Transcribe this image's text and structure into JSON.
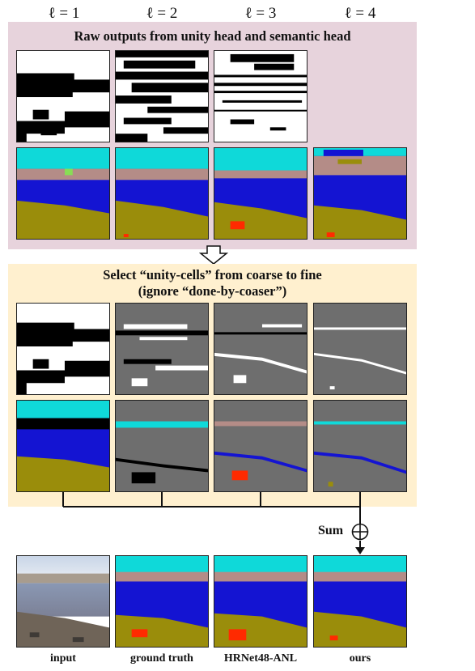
{
  "columns": [
    "ℓ = 1",
    "ℓ = 2",
    "ℓ = 3",
    "ℓ = 4"
  ],
  "panel_top": {
    "title": "Raw outputs from unity head and semantic head"
  },
  "panel_mid": {
    "title_line1": "Select “unity-cells” from coarse to fine",
    "title_line2": "(ignore “done-by-coaser”)"
  },
  "sum_label": "Sum",
  "bottom_labels": [
    "input",
    "ground truth",
    "HRNet48-ANL",
    "ours"
  ],
  "colors": {
    "sky": "#0fd9d9",
    "sand_pink": "#b48c87",
    "water": "#1414d2",
    "ground": "#9a8d0b",
    "red": "#ff2a00",
    "grey": "#6e6e6e",
    "panel_pink": "#e7d3dc",
    "panel_yellow": "#fff0cf"
  }
}
